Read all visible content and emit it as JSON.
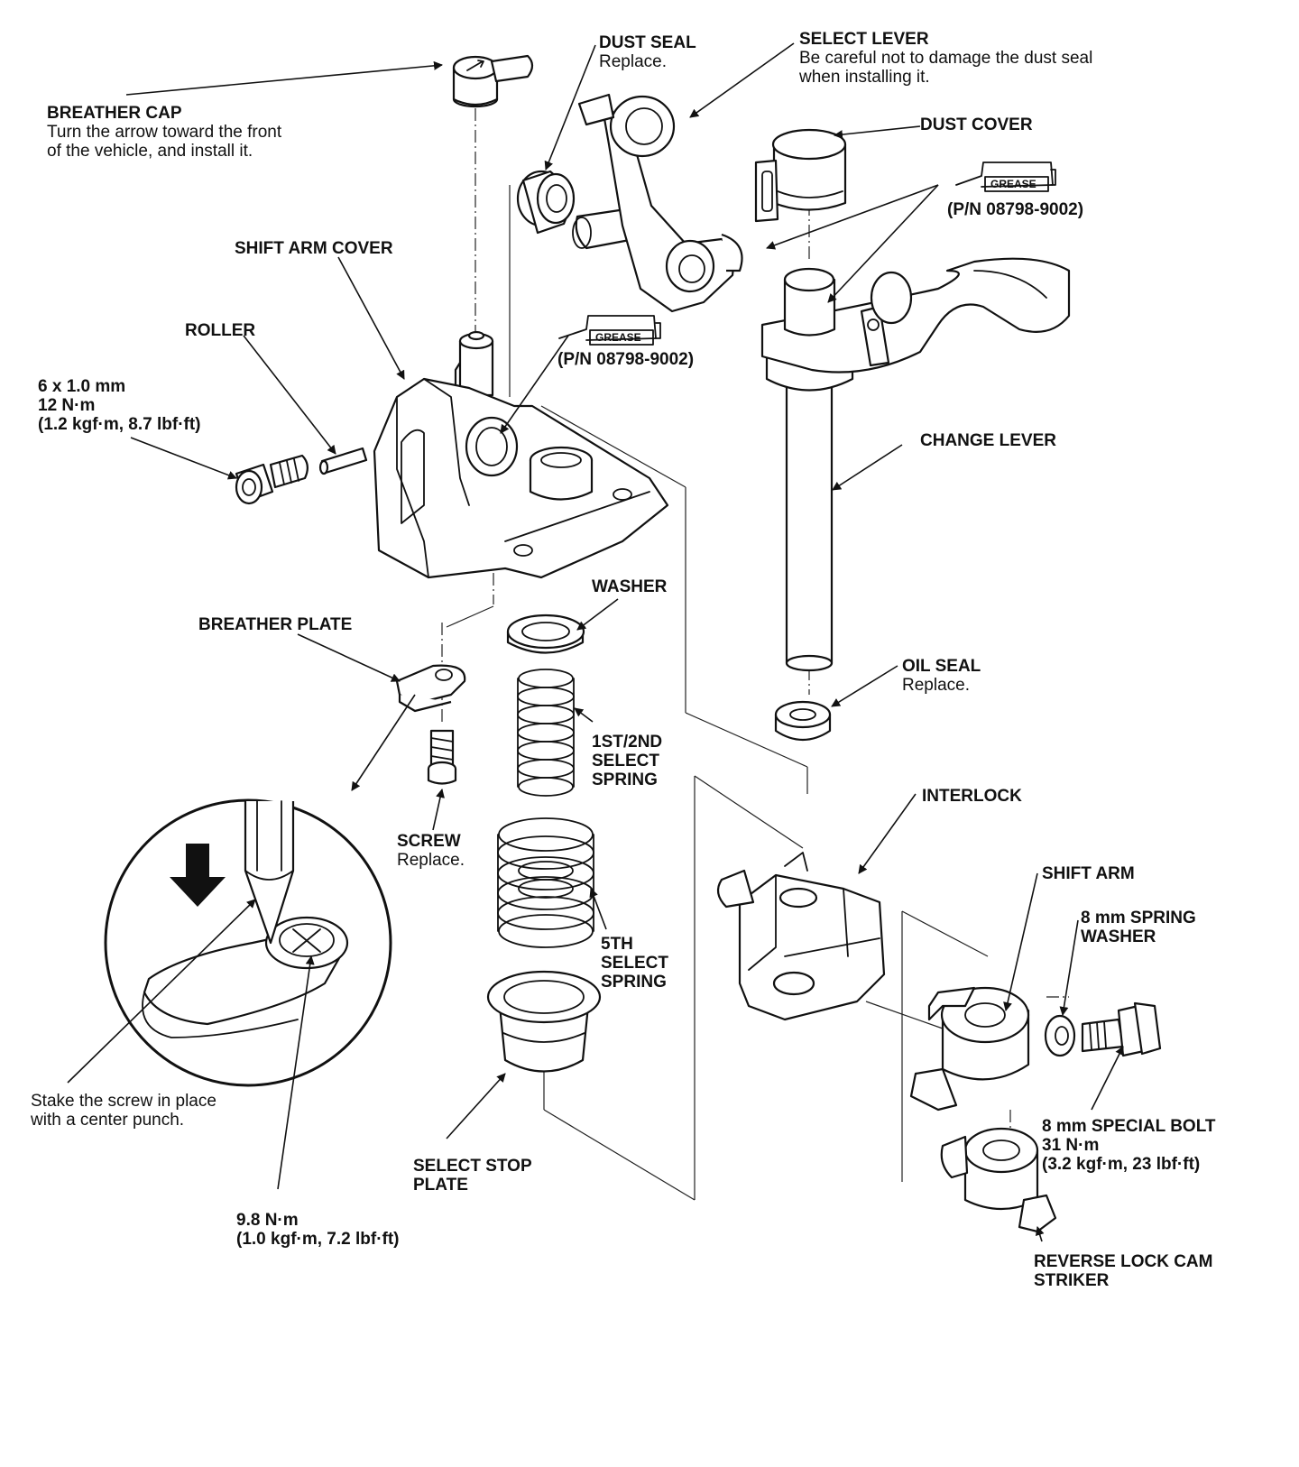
{
  "labels": {
    "breather_cap": {
      "title": "BREATHER CAP",
      "note1": "Turn the arrow toward the front",
      "note2": "of the vehicle, and install it."
    },
    "dust_seal": {
      "title": "DUST SEAL",
      "note": "Replace."
    },
    "select_lever": {
      "title": "SELECT LEVER",
      "note1": "Be careful not to damage the dust seal",
      "note2": "when installing it."
    },
    "dust_cover": {
      "title": "DUST COVER"
    },
    "grease_pn_right": "(P/N 08798-9002)",
    "grease_pn_left": "(P/N 08798-9002)",
    "grease_word": "GREASE",
    "shift_arm_cover": {
      "title": "SHIFT ARM COVER"
    },
    "roller": {
      "title": "ROLLER"
    },
    "bolt_6mm": {
      "line1": "6 x 1.0 mm",
      "line2": "12 N·m",
      "line3": "(1.2 kgf·m, 8.7 lbf·ft)"
    },
    "change_lever": {
      "title": "CHANGE LEVER"
    },
    "washer": {
      "title": "WASHER"
    },
    "breather_plate": {
      "title": "BREATHER PLATE"
    },
    "oil_seal": {
      "title": "OIL SEAL",
      "note": "Replace."
    },
    "select_spring_12": {
      "line1": "1ST/2ND",
      "line2": "SELECT",
      "line3": "SPRING"
    },
    "interlock": {
      "title": "INTERLOCK"
    },
    "screw": {
      "title": "SCREW",
      "note": "Replace."
    },
    "shift_arm": {
      "title": "SHIFT ARM"
    },
    "spring_washer": {
      "line1": "8 mm SPRING",
      "line2": "WASHER"
    },
    "select_spring_5": {
      "line1": "5TH",
      "line2": "SELECT",
      "line3": "SPRING"
    },
    "stake_note": {
      "line1": "Stake the screw in place",
      "line2": "with a center punch."
    },
    "special_bolt": {
      "line1": "8 mm SPECIAL BOLT",
      "line2": "31 N·m",
      "line3": "(3.2 kgf·m, 23 lbf·ft)"
    },
    "select_stop_plate": {
      "line1": "SELECT STOP",
      "line2": "PLATE"
    },
    "torque_screw": {
      "line1": "9.8 N·m",
      "line2": "(1.0 kgf·m, 7.2 lbf·ft)"
    },
    "reverse_lock": {
      "line1": "REVERSE LOCK CAM",
      "line2": "STRIKER"
    }
  }
}
